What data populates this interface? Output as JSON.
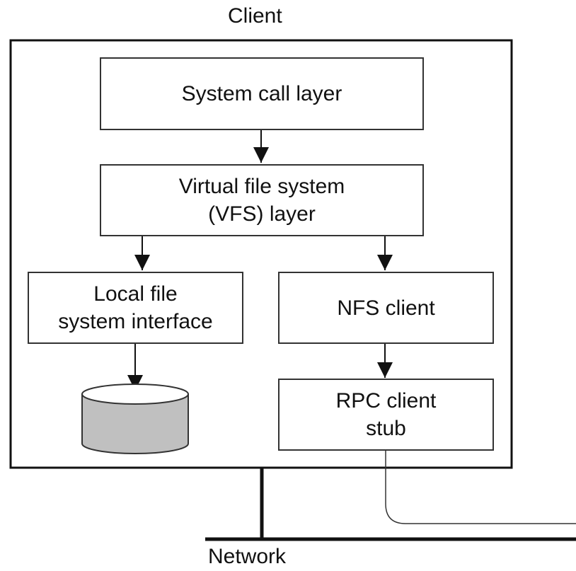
{
  "diagram": {
    "client_label": "Client",
    "network_label": "Network",
    "boxes": {
      "system_call": {
        "lines": [
          "System call layer"
        ]
      },
      "vfs": {
        "lines": [
          "Virtual file system",
          "(VFS) layer"
        ]
      },
      "local_fs": {
        "lines": [
          "Local file",
          "system interface"
        ]
      },
      "nfs_client": {
        "lines": [
          "NFS client"
        ]
      },
      "rpc_stub": {
        "lines": [
          "RPC client",
          "stub"
        ]
      }
    },
    "colors": {
      "line": "#111111",
      "box_border": "#333333",
      "disk_fill": "#c0c0c0"
    }
  }
}
